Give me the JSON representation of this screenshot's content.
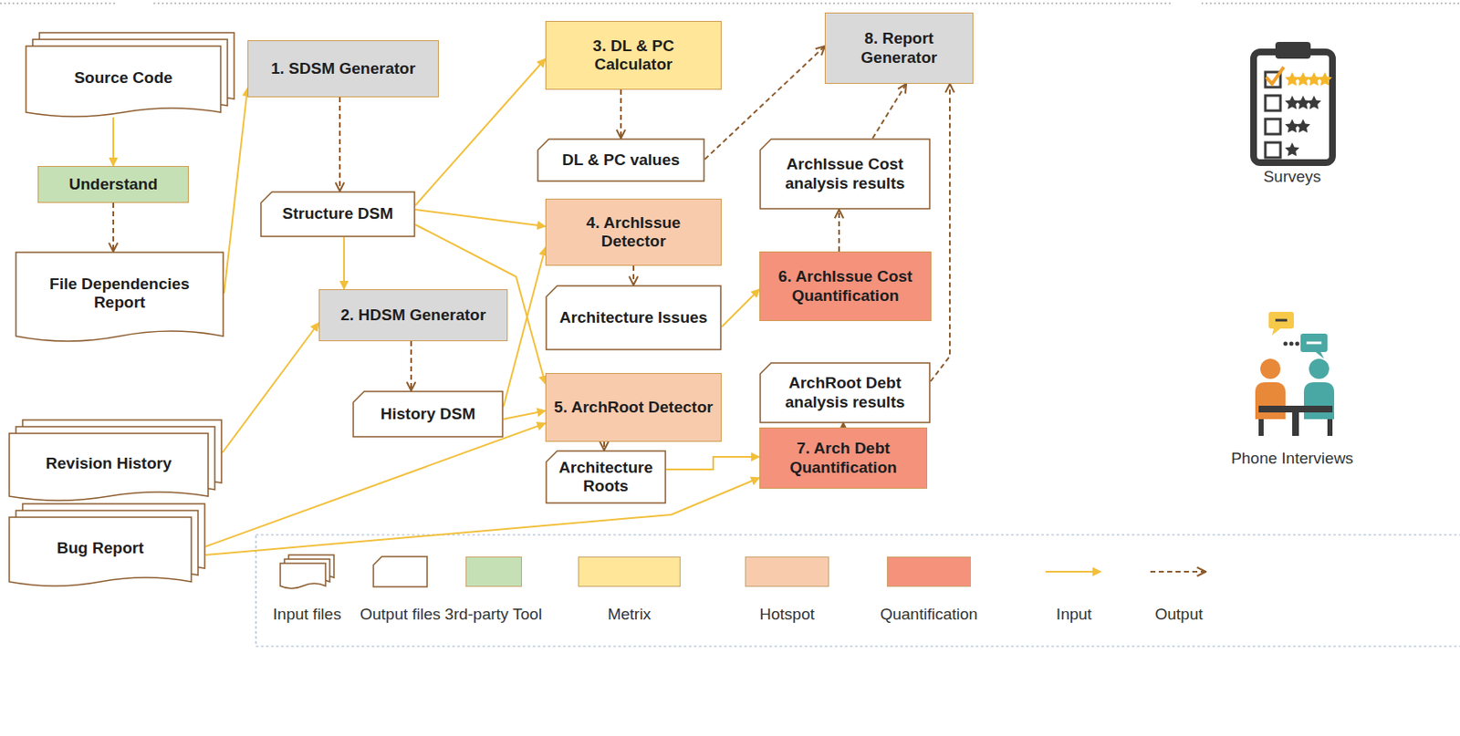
{
  "diagram": {
    "nodes": [
      {
        "text": [
          "Source Code"
        ]
      },
      {
        "text": [
          "Understand"
        ]
      },
      {
        "text": [
          "File Dependencies Report"
        ]
      },
      {
        "text": [
          "Revision History"
        ]
      },
      {
        "text": [
          "Bug Report"
        ]
      },
      {
        "text": [
          "1. SDSM Generator"
        ]
      },
      {
        "text": [
          "Structure DSM"
        ]
      },
      {
        "text": [
          "2. HDSM Generator"
        ]
      },
      {
        "text": [
          "History DSM"
        ]
      },
      {
        "text": [
          "3. DL & PC Calculator"
        ]
      },
      {
        "text": [
          "DL & PC values"
        ]
      },
      {
        "text": [
          "4. ArchIssue Detector"
        ]
      },
      {
        "text": [
          "Architecture Issues"
        ]
      },
      {
        "text": [
          "5. ArchRoot Detector"
        ]
      },
      {
        "text": [
          "Architecture Roots"
        ]
      },
      {
        "text": [
          "8. Report Generator"
        ]
      },
      {
        "text": [
          "ArchIssue Cost analysis results"
        ]
      },
      {
        "text": [
          "6. ArchIssue Cost Quantification"
        ]
      },
      {
        "text": [
          "ArchRoot Debt analysis results"
        ]
      },
      {
        "text": [
          "7. Arch Debt Quantification"
        ]
      }
    ],
    "edges": [
      {
        "from": 0,
        "to": 1,
        "arrow": "to"
      },
      {
        "from": 1,
        "to": 2,
        "arrow": "to"
      },
      {
        "from": 2,
        "to": 5,
        "arrow": "to"
      },
      {
        "from": 5,
        "to": 6,
        "arrow": "to"
      },
      {
        "from": 6,
        "to": 7,
        "arrow": "to"
      },
      {
        "from": 3,
        "to": 7,
        "arrow": "to"
      },
      {
        "from": 7,
        "to": 8,
        "arrow": "to"
      },
      {
        "from": 6,
        "to": 9,
        "arrow": "to"
      },
      {
        "from": 9,
        "to": 10,
        "arrow": "to"
      },
      {
        "from": 6,
        "to": 11,
        "arrow": "to"
      },
      {
        "from": 6,
        "to": 13,
        "arrow": "to"
      },
      {
        "from": 8,
        "to": 11,
        "arrow": "to"
      },
      {
        "from": 8,
        "to": 13,
        "arrow": "to"
      },
      {
        "from": 4,
        "to": 13,
        "arrow": "to"
      },
      {
        "from": 4,
        "to": 19,
        "arrow": "to"
      },
      {
        "from": 11,
        "to": 12,
        "arrow": "to"
      },
      {
        "from": 12,
        "to": 17,
        "arrow": "to"
      },
      {
        "from": 17,
        "to": 16,
        "arrow": "to"
      },
      {
        "from": 13,
        "to": 14,
        "arrow": "to"
      },
      {
        "from": 14,
        "to": 19,
        "arrow": "to"
      },
      {
        "from": 19,
        "to": 18,
        "arrow": "to"
      },
      {
        "from": 10,
        "to": 15,
        "arrow": "to"
      },
      {
        "from": 16,
        "to": 15,
        "arrow": "to"
      },
      {
        "from": 18,
        "to": 15,
        "arrow": "to"
      }
    ],
    "labels": [
      "Surveys",
      "Phone Interviews"
    ],
    "legend": [
      {
        "text": "Input files"
      },
      {
        "text": "Output files"
      },
      {
        "text": "3rd-party Tool",
        "color": "#c5e0b4"
      },
      {
        "text": "Metrix",
        "color": "#ffe699"
      },
      {
        "text": "Hotspot",
        "color": "#f8cbad"
      },
      {
        "text": "Quantification",
        "color": "#f4927c"
      },
      {
        "text": "Input"
      },
      {
        "text": "Output"
      }
    ]
  }
}
